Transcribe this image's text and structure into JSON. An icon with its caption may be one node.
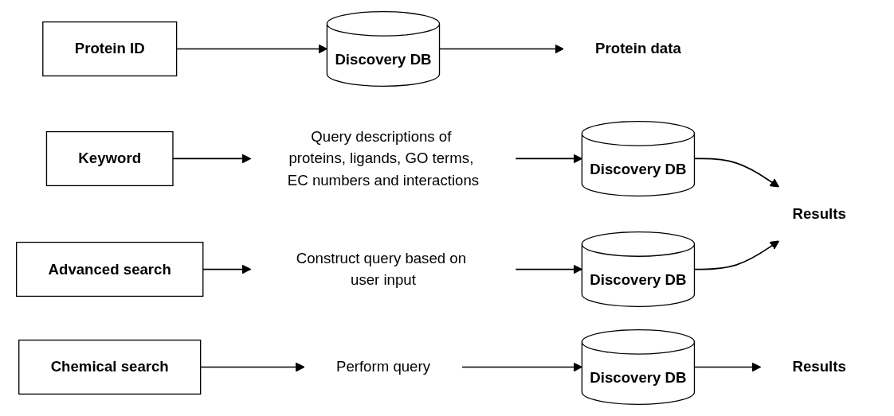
{
  "diagram": {
    "nodes": [
      {
        "text": [
          "Protein ID"
        ]
      },
      {
        "text": [
          "Discovery DB"
        ]
      },
      {
        "text": [
          "Protein data"
        ]
      },
      {
        "text": [
          "Keyword"
        ]
      },
      {
        "text": [
          "Query descriptions of proteins, ligands, GO terms, EC numbers and interactions"
        ]
      },
      {
        "text": [
          "Discovery DB"
        ]
      },
      {
        "text": [
          "Results"
        ]
      },
      {
        "text": [
          "Advanced search"
        ]
      },
      {
        "text": [
          "Construct query based on user input"
        ]
      },
      {
        "text": [
          "Discovery DB"
        ]
      },
      {
        "text": [
          "Chemical search"
        ]
      },
      {
        "text": [
          "Perform query"
        ]
      },
      {
        "text": [
          "Discovery DB"
        ]
      },
      {
        "text": [
          "Results"
        ]
      }
    ],
    "edges": [
      {
        "from": 0,
        "to": 1,
        "arrow": "to"
      },
      {
        "from": 1,
        "to": 2,
        "arrow": "to"
      },
      {
        "from": 3,
        "to": 4,
        "arrow": "to"
      },
      {
        "from": 4,
        "to": 5,
        "arrow": "to"
      },
      {
        "from": 5,
        "to": 6,
        "arrow": "to"
      },
      {
        "from": 9,
        "to": 6,
        "arrow": "to"
      },
      {
        "from": 7,
        "to": 8,
        "arrow": "to"
      },
      {
        "from": 8,
        "to": 9,
        "arrow": "to"
      },
      {
        "from": 10,
        "to": 11,
        "arrow": "to"
      },
      {
        "from": 11,
        "to": 12,
        "arrow": "to"
      },
      {
        "from": 12,
        "to": 13,
        "arrow": "to"
      }
    ]
  }
}
